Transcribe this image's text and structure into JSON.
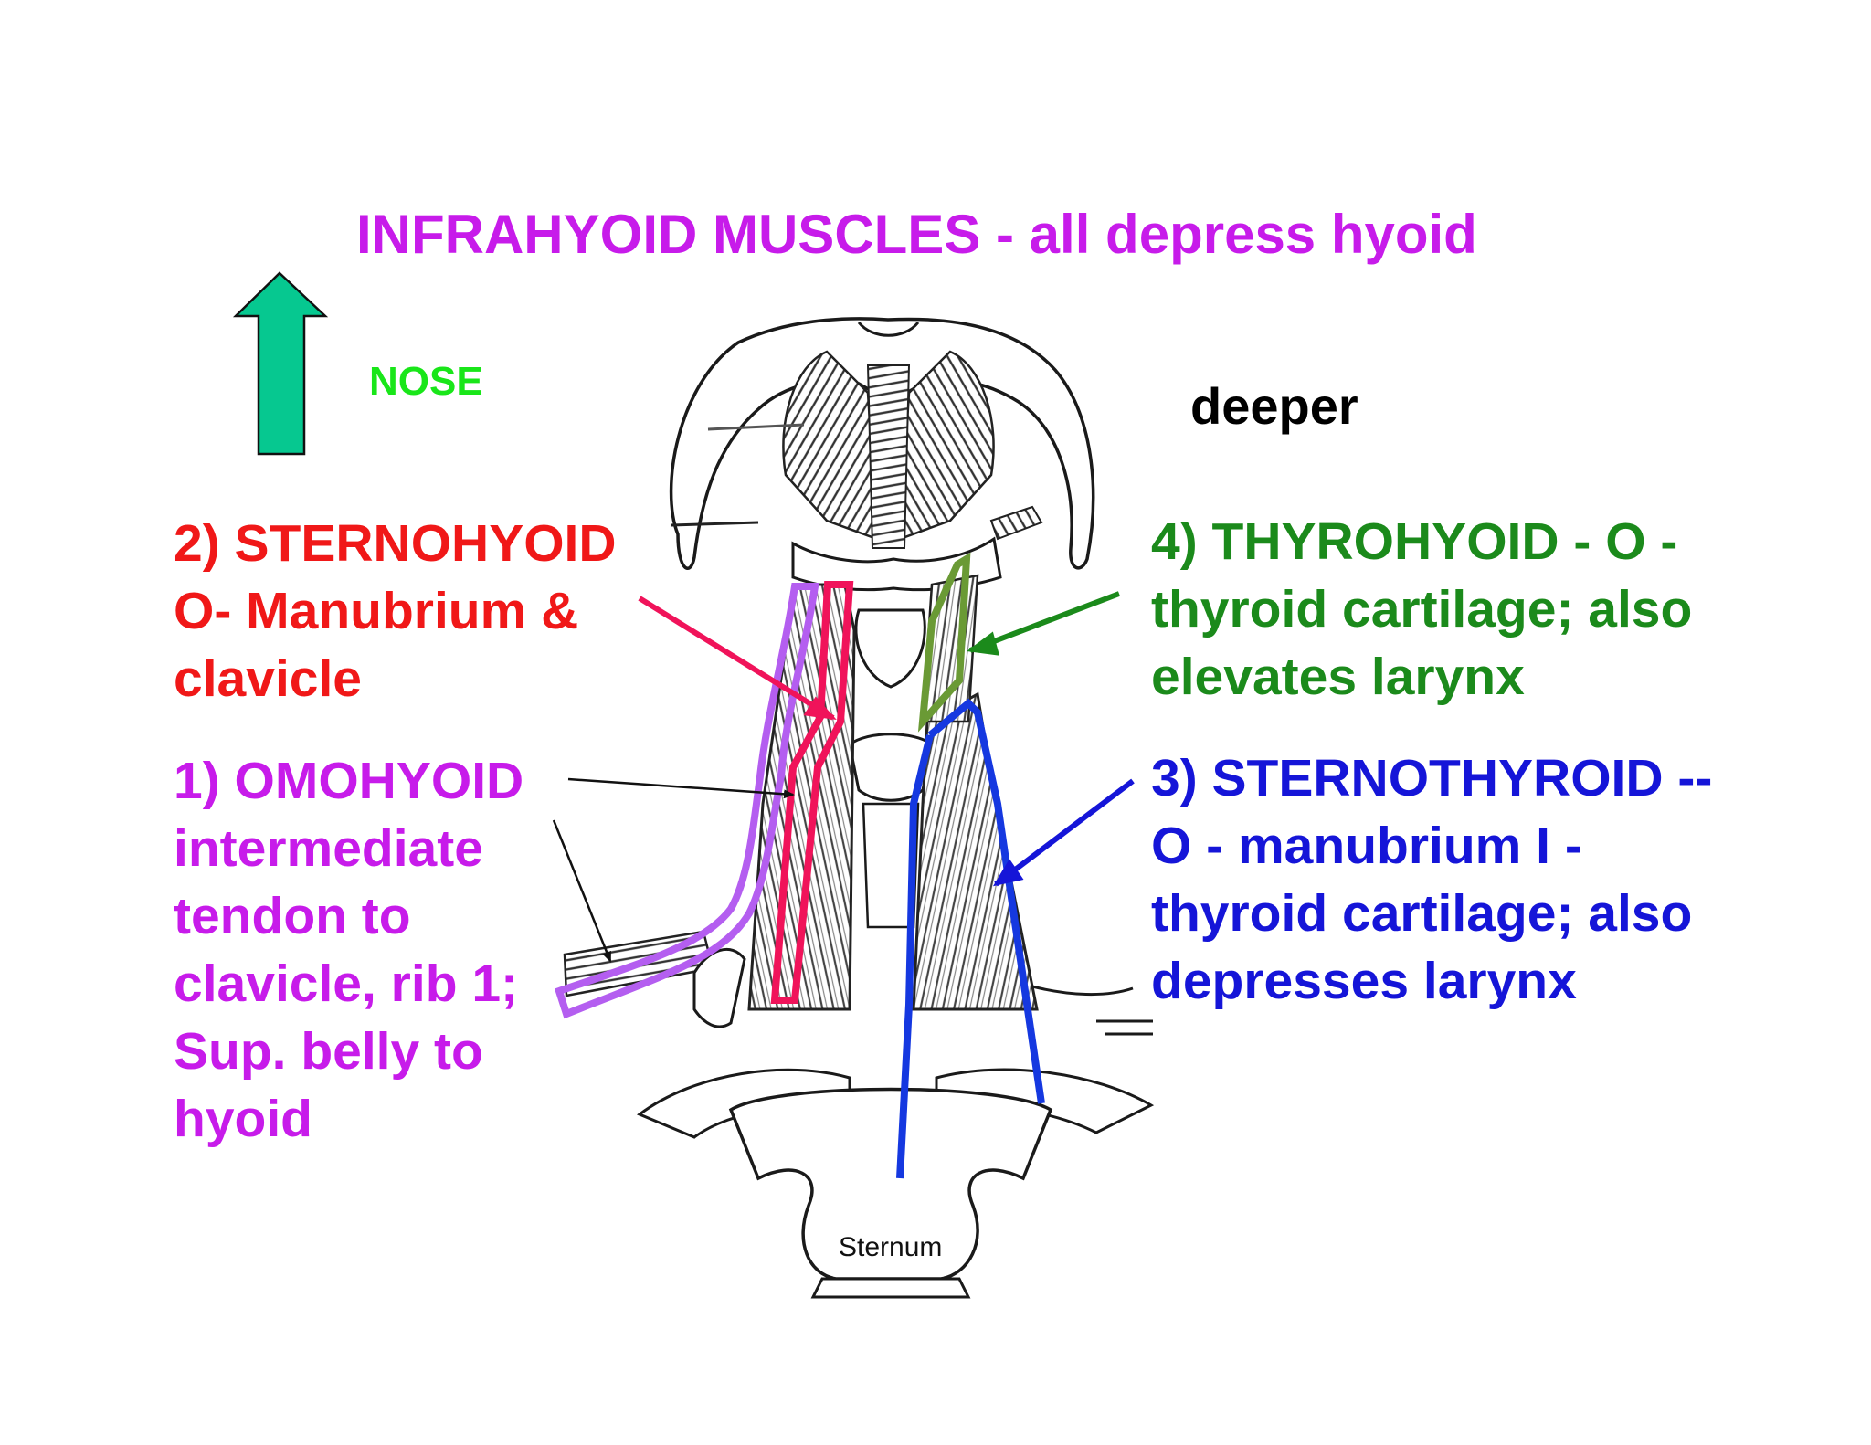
{
  "title": "INFRAHYOID MUSCLES - all depress hyoid",
  "orientation": {
    "label": "NOSE",
    "arrow_color": "#06c890",
    "icon": "up-arrow-icon"
  },
  "deeper_label": "deeper",
  "sternum_label": "Sternum",
  "muscles": {
    "sternohyoid": {
      "color": "#f01818",
      "lines": [
        "2) STERNOHYOID",
        "O- Manubrium &",
        "clavicle"
      ]
    },
    "omohyoid": {
      "color": "#c71bea",
      "lines": [
        "1) OMOHYOID",
        "intermediate",
        "tendon to",
        "clavicle, rib 1;",
        "Sup. belly to",
        "hyoid"
      ]
    },
    "thyrohyoid": {
      "color": "#1b8a1b",
      "lines": [
        "4) THYROHYOID - O -",
        "thyroid cartilage; also",
        "elevates  larynx"
      ]
    },
    "sternothyroid": {
      "color": "#1515d8",
      "lines": [
        "3) STERNOTHYROID --",
        "O - manubrium  I -",
        "thyroid cartilage; also",
        "depresses larynx"
      ]
    }
  }
}
